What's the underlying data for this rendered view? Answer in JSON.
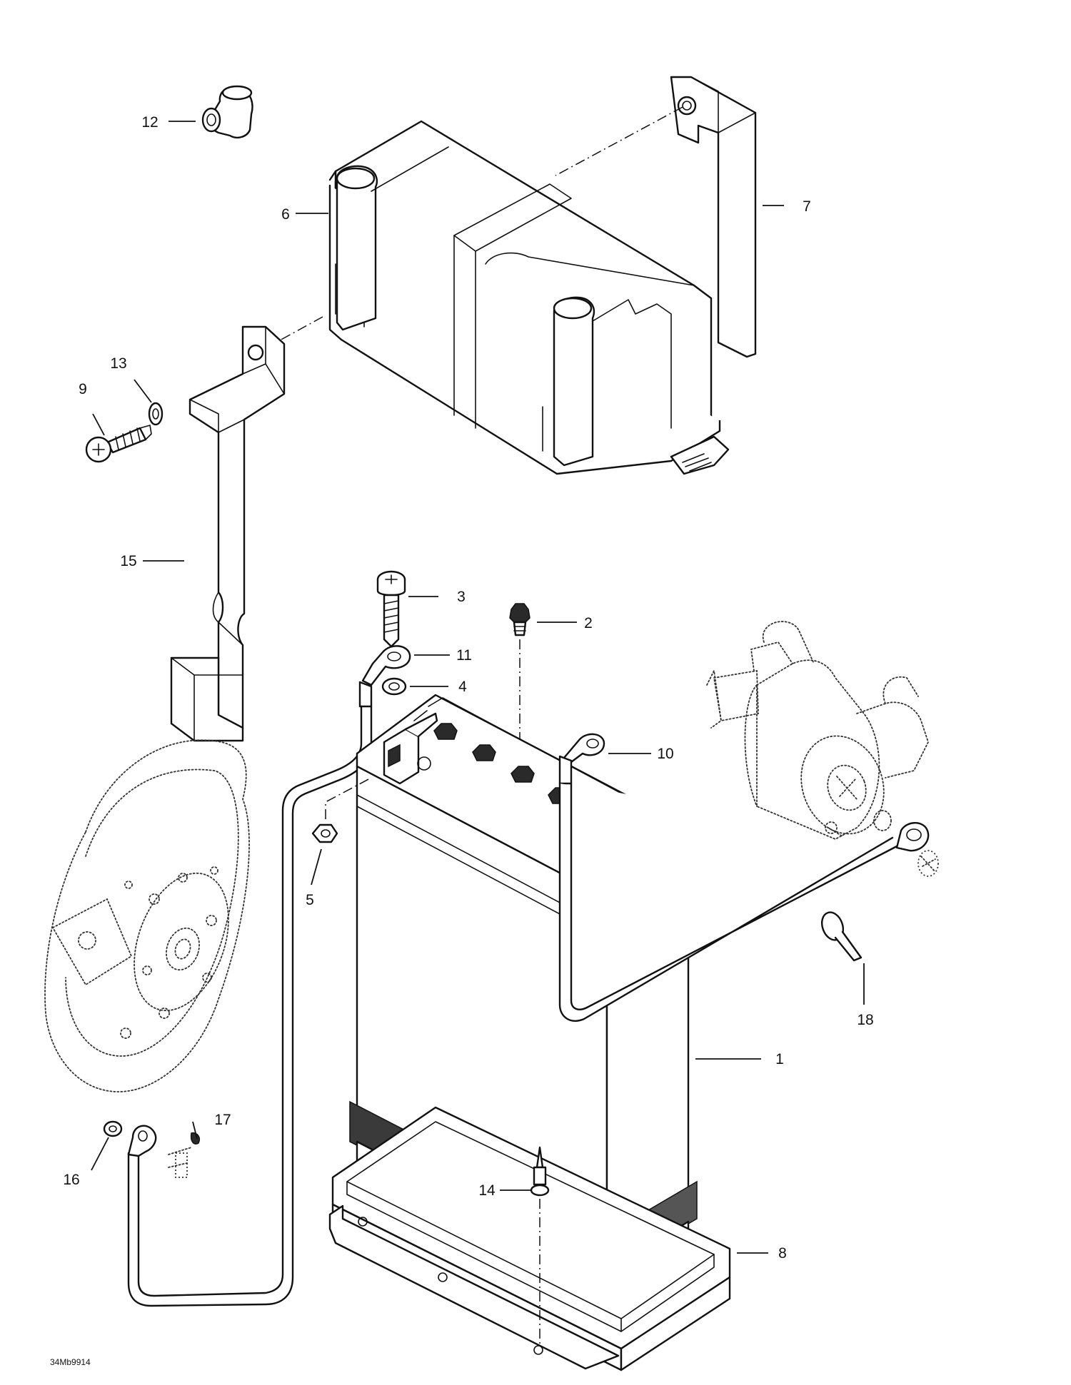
{
  "diagram_code": "34Mb9914",
  "callouts": [
    {
      "id": "1",
      "label": "1"
    },
    {
      "id": "2",
      "label": "2"
    },
    {
      "id": "3",
      "label": "3"
    },
    {
      "id": "4",
      "label": "4"
    },
    {
      "id": "5",
      "label": "5"
    },
    {
      "id": "6",
      "label": "6"
    },
    {
      "id": "7",
      "label": "7"
    },
    {
      "id": "8",
      "label": "8"
    },
    {
      "id": "9",
      "label": "9"
    },
    {
      "id": "10",
      "label": "10"
    },
    {
      "id": "11",
      "label": "11"
    },
    {
      "id": "12",
      "label": "12"
    },
    {
      "id": "13",
      "label": "13"
    },
    {
      "id": "14",
      "label": "14"
    },
    {
      "id": "15",
      "label": "15"
    },
    {
      "id": "16",
      "label": "16"
    },
    {
      "id": "17",
      "label": "17"
    },
    {
      "id": "18",
      "label": "18"
    }
  ]
}
